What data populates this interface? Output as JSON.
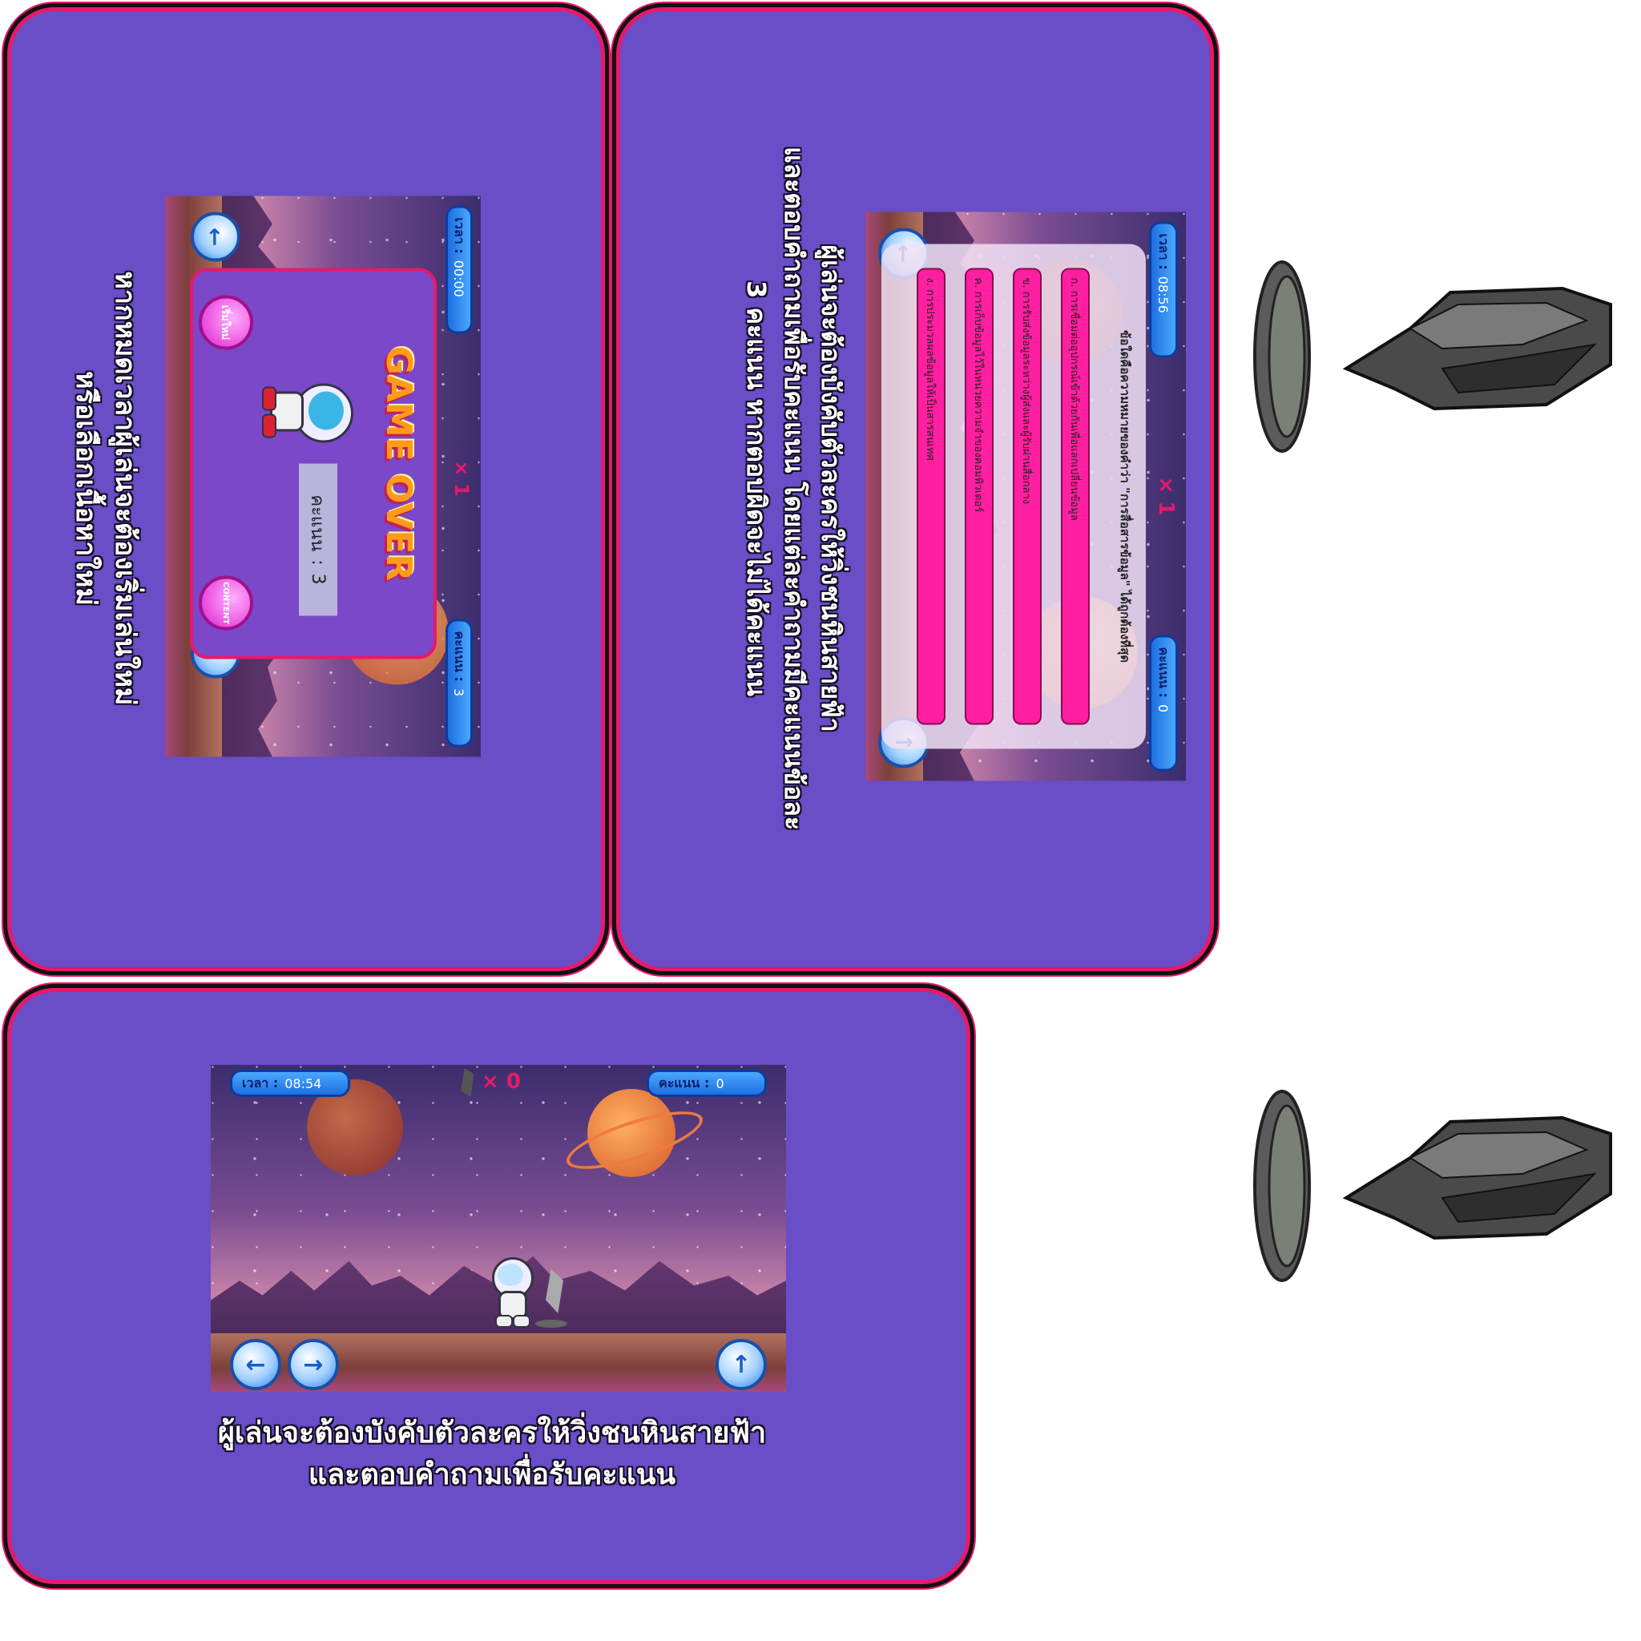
{
  "colors": {
    "card_bg": "#6a4ec7",
    "card_border": "#e8196a",
    "hud_blue": "#2a7de0",
    "option_pink": "#ff1fa0",
    "gameover_orange": "#ff9a1a"
  },
  "play_panel": {
    "hud": {
      "time_label": "เวลา :",
      "time_value": "08:54",
      "score_label": "คะแนน :",
      "score_value": "0",
      "rock_count": "× 0"
    },
    "controls": {
      "left": "left-arrow-icon",
      "right": "right-arrow-icon",
      "jump": "up-arrow-icon"
    },
    "caption_line1": "ผู้เล่นจะต้องบังคับตัวละครให้วิ่งชนหินสายฟ้า",
    "caption_line2": "และตอบคำถามเพื่อรับคะแนน"
  },
  "quiz_panel": {
    "hud": {
      "time_label": "เวลา :",
      "time_value": "08:56",
      "score_label": "คะแนน :",
      "score_value": "0",
      "rock_count": "× 1"
    },
    "question": "ข้อใดคือความหมายของคำว่า \"การสื่อสารข้อมูล\" ได้ถูกต้องที่สุด",
    "options": [
      "ก. การเชื่อมต่ออุปกรณ์เข้าด้วยกันเพื่อแลกเปลี่ยนข้อมูล",
      "ข. การรับส่งข้อมูลระหว่างผู้ส่งและผู้รับผ่านสื่อกลาง",
      "ค. การเก็บข้อมูลไว้ในหน่วยความจำของคอมพิวเตอร์",
      "ง. การประมวลผลข้อมูลให้เป็นสารสนเทศ"
    ],
    "caption_line1": "ผู้เล่นจะต้องบังคับตัวละครให้วิ่งชนหินสายฟ้า",
    "caption_line2": "และตอบคำถามเพื่อรับคะแนน โดยแต่ละคำถามมีคะแนนข้อละ",
    "caption_line3": "3 คะแนน หากตอบผิดจะไม่ได้คะแนน"
  },
  "gameover_panel": {
    "hud": {
      "time_label": "เวลา :",
      "time_value": "00:00",
      "score_label": "คะแนน :",
      "score_value": "3",
      "rock_count": "× 1"
    },
    "title": "GAME OVER",
    "score_label": "คะแนน",
    "score_value": "3",
    "restart_label": "เริ่มใหม่",
    "content_label": "CONTENT",
    "caption_line1": "หากหมดเวลาผู้เล่นจะต้องเริ่มเล่นใหม่",
    "caption_line2": "หรือเลือกเนื้อหาใหม่"
  },
  "side_items": [
    "coin-icon",
    "lightning-rock-icon"
  ]
}
